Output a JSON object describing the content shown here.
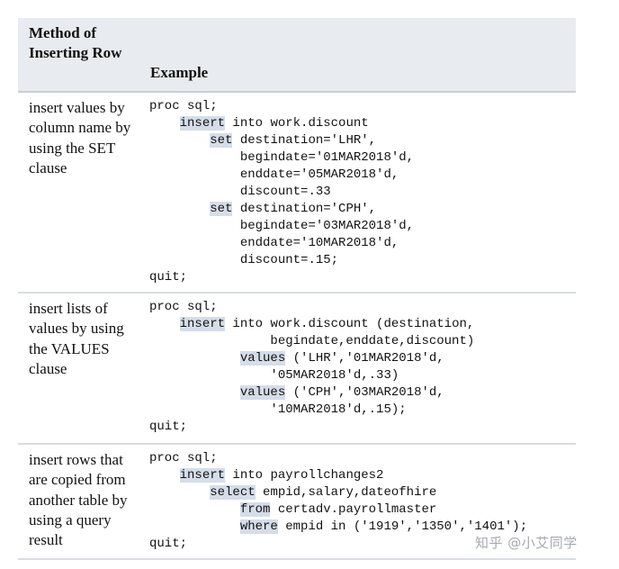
{
  "table": {
    "col_method_header": "Method of Inserting Row",
    "col_example_header": "Example"
  },
  "rows": [
    {
      "method": "insert values by column name by using the SET clause",
      "code": [
        {
          "indent": 0,
          "kw": "",
          "rest": "proc sql;"
        },
        {
          "indent": 4,
          "kw": "insert",
          "rest": " into work.discount"
        },
        {
          "indent": 8,
          "kw": "set",
          "rest": " destination='LHR',"
        },
        {
          "indent": 12,
          "kw": "",
          "rest": "begindate='01MAR2018'd,"
        },
        {
          "indent": 12,
          "kw": "",
          "rest": "enddate='05MAR2018'd,"
        },
        {
          "indent": 12,
          "kw": "",
          "rest": "discount=.33"
        },
        {
          "indent": 8,
          "kw": "set",
          "rest": " destination='CPH',"
        },
        {
          "indent": 12,
          "kw": "",
          "rest": "begindate='03MAR2018'd,"
        },
        {
          "indent": 12,
          "kw": "",
          "rest": "enddate='10MAR2018'd,"
        },
        {
          "indent": 12,
          "kw": "",
          "rest": "discount=.15;"
        },
        {
          "indent": 0,
          "kw": "",
          "rest": "quit;"
        }
      ]
    },
    {
      "method": "insert lists of values by using the VALUES clause",
      "code": [
        {
          "indent": 0,
          "kw": "",
          "rest": "proc sql;"
        },
        {
          "indent": 4,
          "kw": "insert",
          "rest": " into work.discount (destination,"
        },
        {
          "indent": 16,
          "kw": "",
          "rest": "begindate,enddate,discount)"
        },
        {
          "indent": 12,
          "kw": "values",
          "rest": " ('LHR','01MAR2018'd,"
        },
        {
          "indent": 16,
          "kw": "",
          "rest": "'05MAR2018'd,.33)"
        },
        {
          "indent": 12,
          "kw": "values",
          "rest": " ('CPH','03MAR2018'd,"
        },
        {
          "indent": 16,
          "kw": "",
          "rest": "'10MAR2018'd,.15);"
        },
        {
          "indent": 0,
          "kw": "",
          "rest": "quit;"
        }
      ]
    },
    {
      "method": "insert rows that are copied from another table by using a query result",
      "code": [
        {
          "indent": 0,
          "kw": "",
          "rest": "proc sql;"
        },
        {
          "indent": 4,
          "kw": "insert",
          "rest": " into payrollchanges2"
        },
        {
          "indent": 8,
          "kw": "select",
          "rest": " empid,salary,dateofhire"
        },
        {
          "indent": 12,
          "kw": "from",
          "rest": " certadv.payrollmaster"
        },
        {
          "indent": 12,
          "kw": "where",
          "rest": " empid in ('1919','1350','1401');"
        },
        {
          "indent": 0,
          "kw": "",
          "rest": "quit;"
        }
      ]
    }
  ],
  "watermark": "知乎 @小艾同学"
}
